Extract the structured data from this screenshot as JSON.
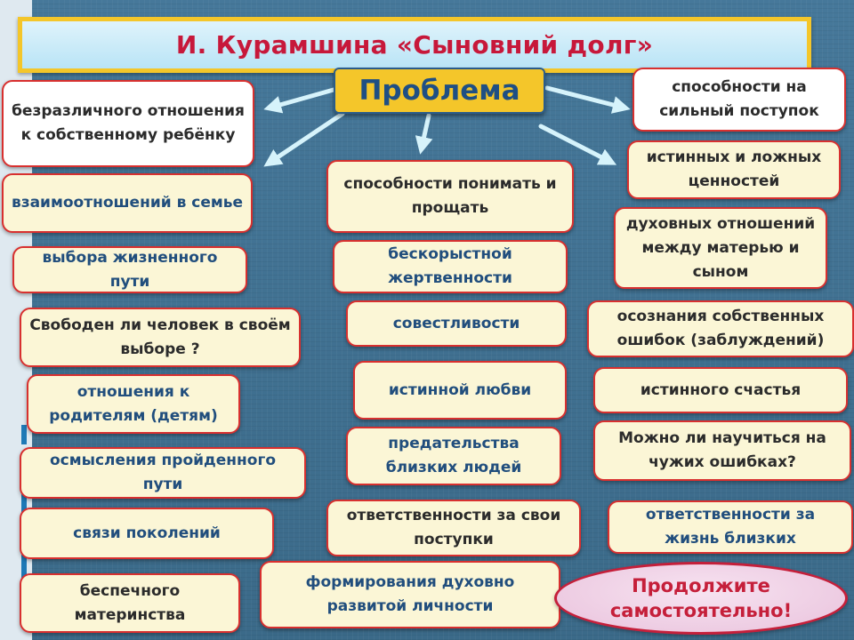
{
  "title": "И. Курамшина «Сыновний долг»",
  "center": "Проблема",
  "left": [
    "безразличного отношения к собственному ребёнку",
    "взаимоотношений  в семье",
    "выбора жизненного пути",
    "Свободен ли человек в своём выборе ?",
    "отношения  к родителям  (детям)",
    "осмысления пройденного пути",
    "связи поколений",
    "беспечного материнства"
  ],
  "middle": [
    "способности понимать и  прощать",
    "бескорыстной жертвенности",
    "совестливости",
    "истинной  любви",
    "предательства близких людей",
    "ответственности  за свои поступки",
    "формирования духовно развитой личности"
  ],
  "right": [
    "способности на сильный поступок",
    "истинных и ложных ценностей",
    "духовных отношений между матерью и сыном",
    "осознания  собственных ошибок (заблуждений)",
    "истинного счастья",
    "Можно ли научиться на чужих ошибках?",
    "ответственности за жизнь близких"
  ],
  "cta": "Продолжите самостоятельно!",
  "colors": {
    "accent": "#f4c62a",
    "title_text": "#c7183a",
    "box_border": "#d8302f",
    "box_fill": "#fbf6d6",
    "blue_text": "#214e7d",
    "arrow": "#d6f3fb"
  }
}
